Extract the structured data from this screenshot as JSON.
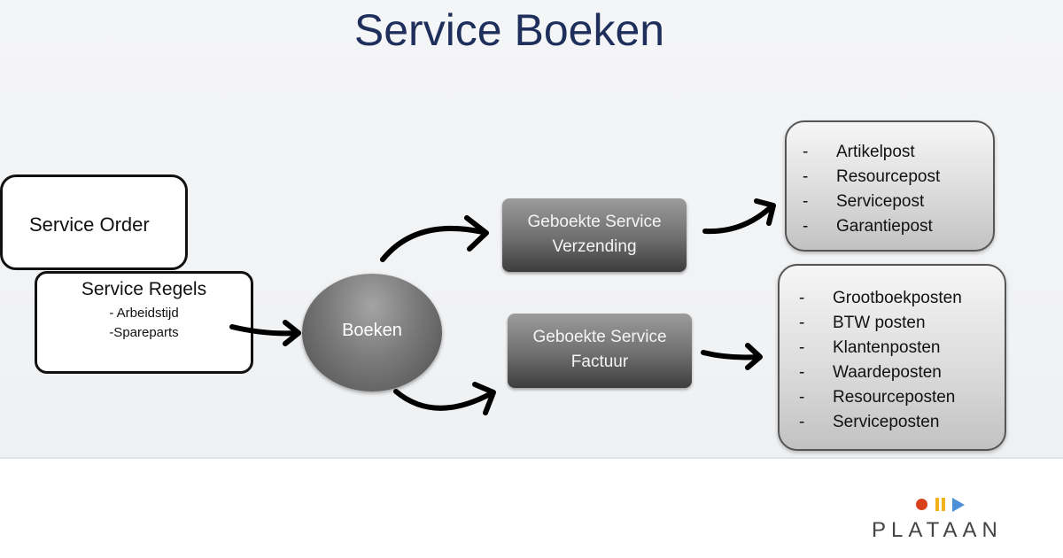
{
  "title": "Service Boeken",
  "service_order": {
    "label": "Service Order"
  },
  "service_regels": {
    "label": "Service Regels",
    "items": [
      "- Arbeidstijd",
      "-Spareparts"
    ]
  },
  "center": {
    "label": "Boeken"
  },
  "verzending": {
    "line1": "Geboekte Service",
    "line2": "Verzending"
  },
  "factuur": {
    "line1": "Geboekte Service",
    "line2": "Factuur"
  },
  "list_verzending": {
    "bullet": "-",
    "items": [
      "Artikelpost",
      "Resourcepost",
      "Servicepost",
      "Garantiepost"
    ]
  },
  "list_factuur": {
    "bullet": "-",
    "items": [
      "Grootboekposten",
      "BTW posten",
      "Klantenposten",
      "Waardeposten",
      "Resourceposten",
      "Serviceposten"
    ]
  },
  "logo": {
    "text": "PLATAAN",
    "colors": {
      "dot": "#d9401c",
      "bars": "#f2b21b",
      "play": "#4b8fd6"
    }
  },
  "colors": {
    "title": "#1f2f5c",
    "arrow": "#000000"
  }
}
